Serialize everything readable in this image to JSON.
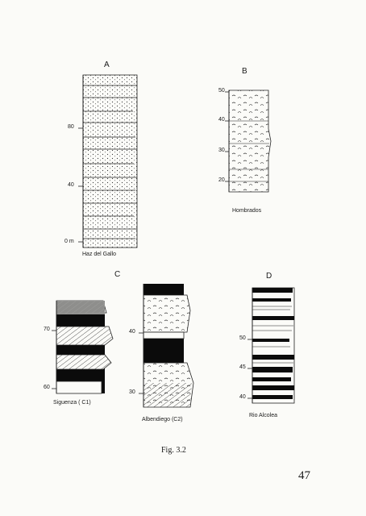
{
  "panels": {
    "A": {
      "letter": "A",
      "ticks": [
        "80",
        "40",
        "0 m"
      ],
      "caption": "Haz del Gallo"
    },
    "B": {
      "letter": "B",
      "ticks": [
        "50",
        "40",
        "30",
        "20"
      ],
      "caption": "Hombrados"
    },
    "C": {
      "letter": "C",
      "left_ticks": [
        "70",
        "60"
      ],
      "left_caption": "Siguenza ( C1)",
      "right_ticks": [
        "40",
        "30"
      ],
      "right_caption": "Albendiego (C2)"
    },
    "D": {
      "letter": "D",
      "ticks": [
        "50",
        "45",
        "40"
      ],
      "caption": "Rio Alcolea"
    }
  },
  "figure_caption": "Fig. 3.2",
  "page_number": "47"
}
